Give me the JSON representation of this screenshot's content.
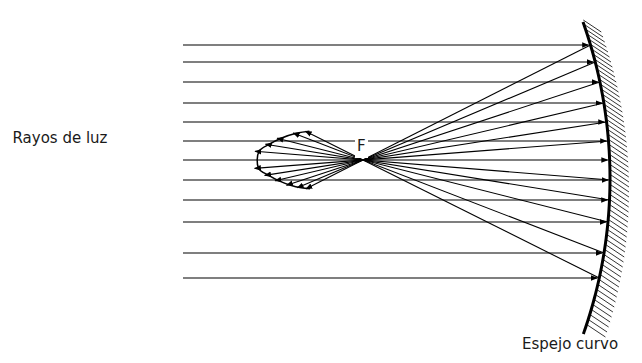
{
  "diagram": {
    "labels": [
      "Rayos de luz",
      "F",
      "Espejo curvo"
    ]
  }
}
